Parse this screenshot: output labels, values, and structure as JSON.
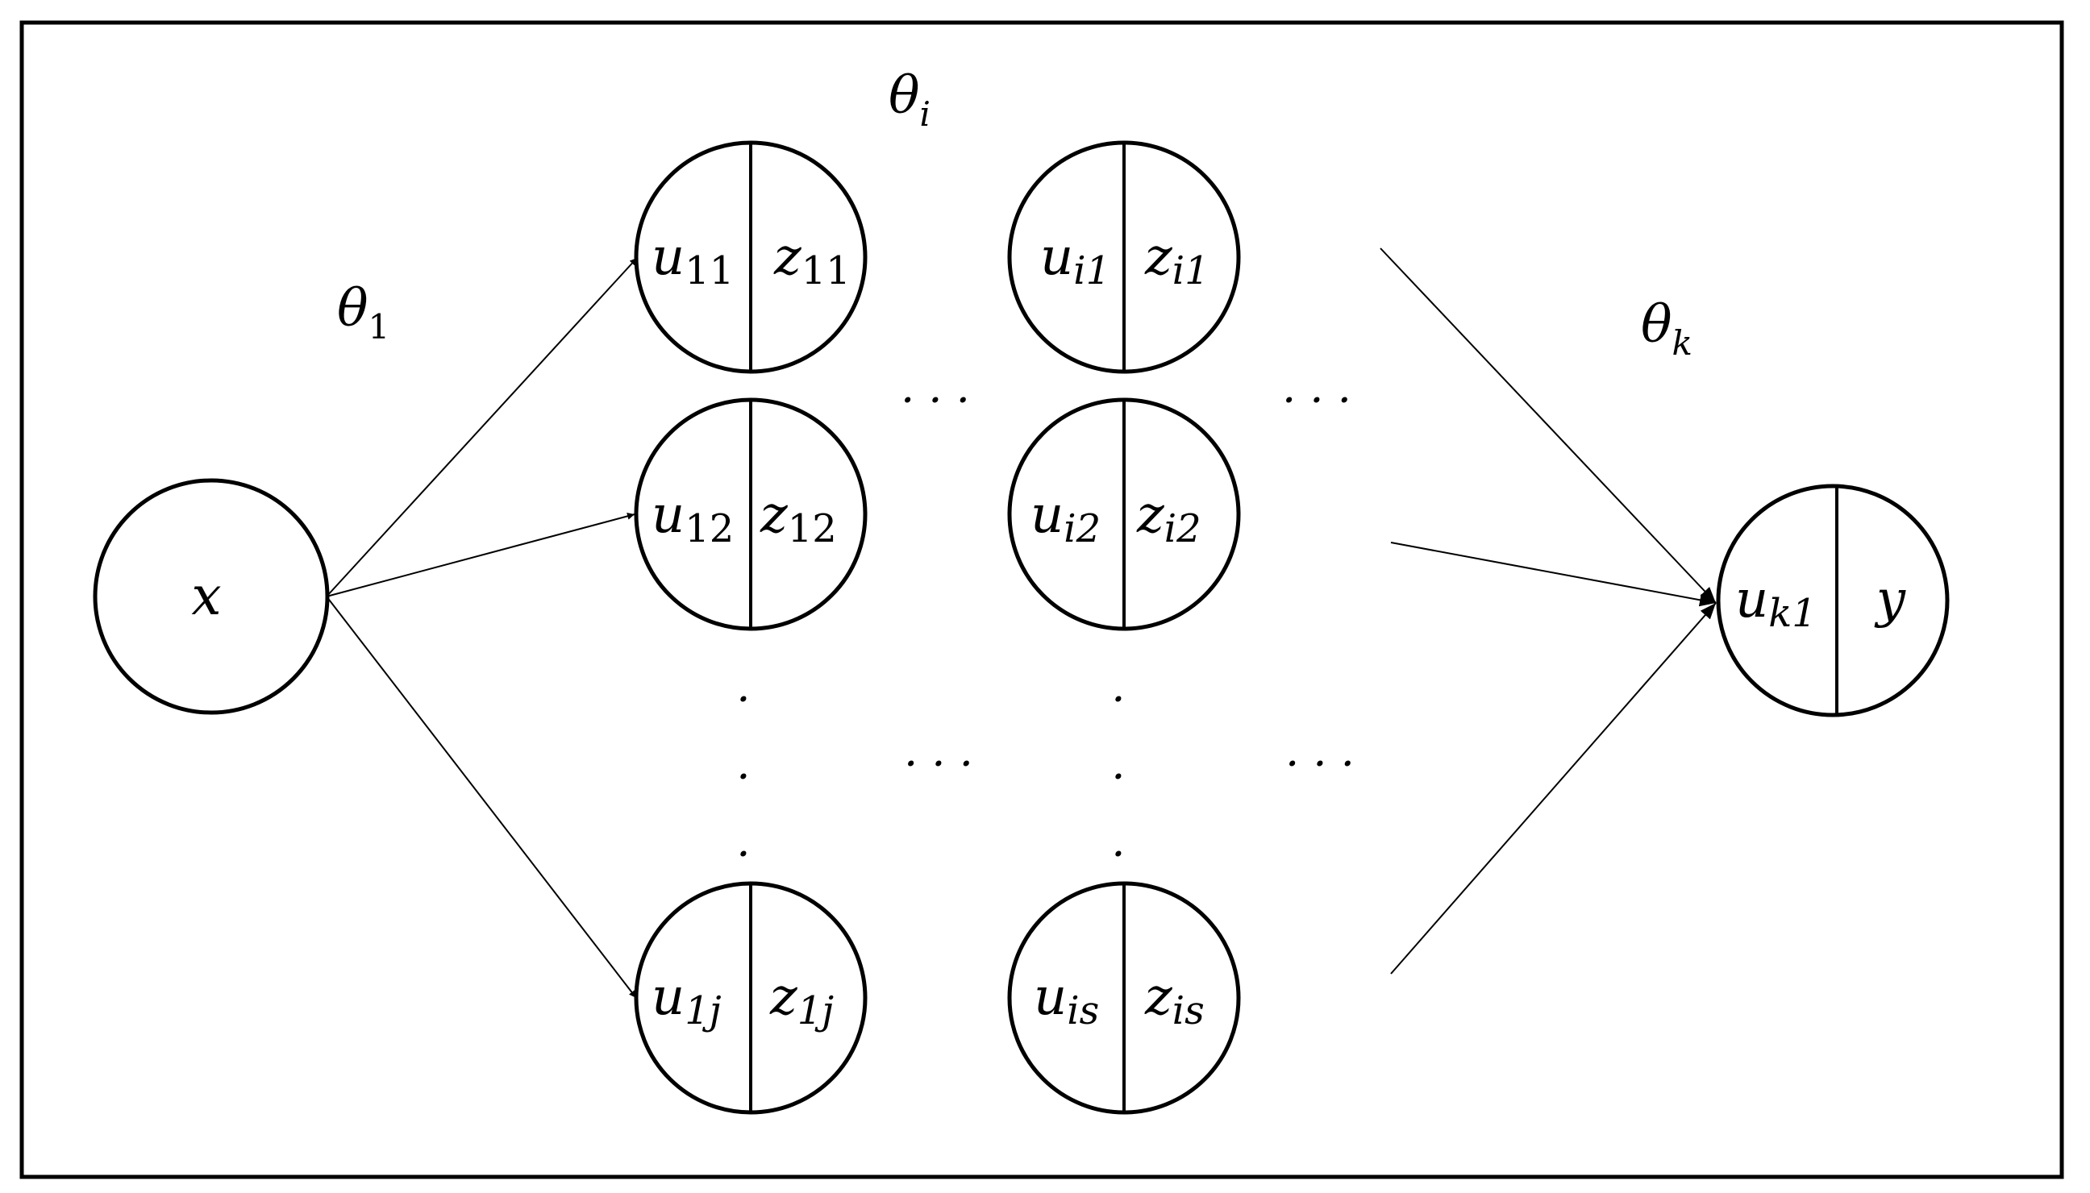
{
  "diagram": {
    "params": {
      "first": {
        "base": "θ",
        "sub": "1"
      },
      "middle": {
        "base": "θ",
        "sub": "i"
      },
      "last": {
        "base": "θ",
        "sub": "k"
      }
    },
    "input_node": {
      "label": "x"
    },
    "layer_1": [
      {
        "u": {
          "base": "u",
          "sub": "11"
        },
        "z": {
          "base": "z",
          "sub": "11"
        }
      },
      {
        "u": {
          "base": "u",
          "sub": "12"
        },
        "z": {
          "base": "z",
          "sub": "12"
        }
      },
      {
        "u": {
          "base": "u",
          "sub": "1j"
        },
        "z": {
          "base": "z",
          "sub": "1j"
        }
      }
    ],
    "layer_i": [
      {
        "u": {
          "base": "u",
          "sub": "i1"
        },
        "z": {
          "base": "z",
          "sub": "i1"
        }
      },
      {
        "u": {
          "base": "u",
          "sub": "i2"
        },
        "z": {
          "base": "z",
          "sub": "i2"
        }
      },
      {
        "u": {
          "base": "u",
          "sub": "is"
        },
        "z": {
          "base": "z",
          "sub": "is"
        }
      }
    ],
    "output_node": {
      "u": {
        "base": "u",
        "sub": "k1"
      },
      "y": "y"
    },
    "ellipsis": "· · ·",
    "vdot": "·"
  }
}
